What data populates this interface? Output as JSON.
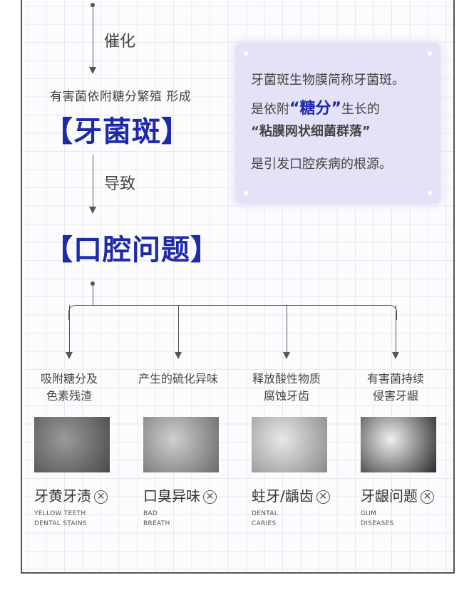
{
  "flow": {
    "step1_label": "催化",
    "form_text": "有害菌依附糖分繁殖 形成",
    "plaque_title": "【牙菌斑】",
    "step2_label": "导致",
    "oral_title": "【口腔问题】"
  },
  "info_card": {
    "line1": "牙菌斑生物膜简称牙菌斑。",
    "line2_pre": "是依附",
    "line2_hl": "“糖分”",
    "line2_post": "生长的",
    "line3": "“粘膜网状细菌群落”",
    "line4": "是引发口腔疾病的根源。"
  },
  "problems": [
    {
      "cause1": "吸附糖分及",
      "cause2": "色素残渣",
      "title": "牙黄牙渍",
      "en1": "YELLOW TEETH",
      "en2": "DENTAL STAINS"
    },
    {
      "cause1": "产生的硫化异味",
      "cause2": "",
      "title": "口臭异味",
      "en1": "BAD",
      "en2": "BREATH"
    },
    {
      "cause1": "释放酸性物质",
      "cause2": "腐蚀牙齿",
      "title": "蛀牙/龋齿",
      "en1": "DENTAL",
      "en2": "CARIES"
    },
    {
      "cause1": "有害菌持续",
      "cause2": "侵害牙龈",
      "title": "牙龈问题",
      "en1": "GUM",
      "en2": "DISEASES"
    }
  ],
  "x_mark": "✕",
  "colors": {
    "accent": "#1e2aa8",
    "card": "#e4e2f7"
  }
}
